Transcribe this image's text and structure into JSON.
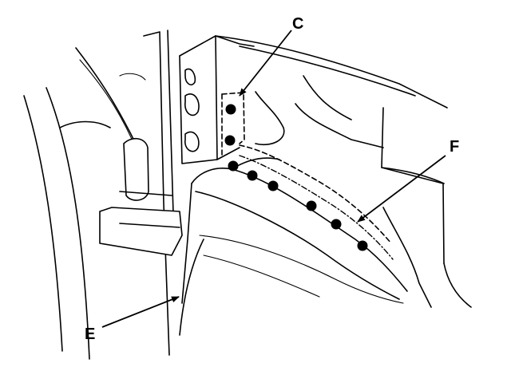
{
  "labels": {
    "c": "C",
    "e": "E",
    "f": "F"
  },
  "colors": {
    "ink": "#000000",
    "background": "#ffffff"
  }
}
